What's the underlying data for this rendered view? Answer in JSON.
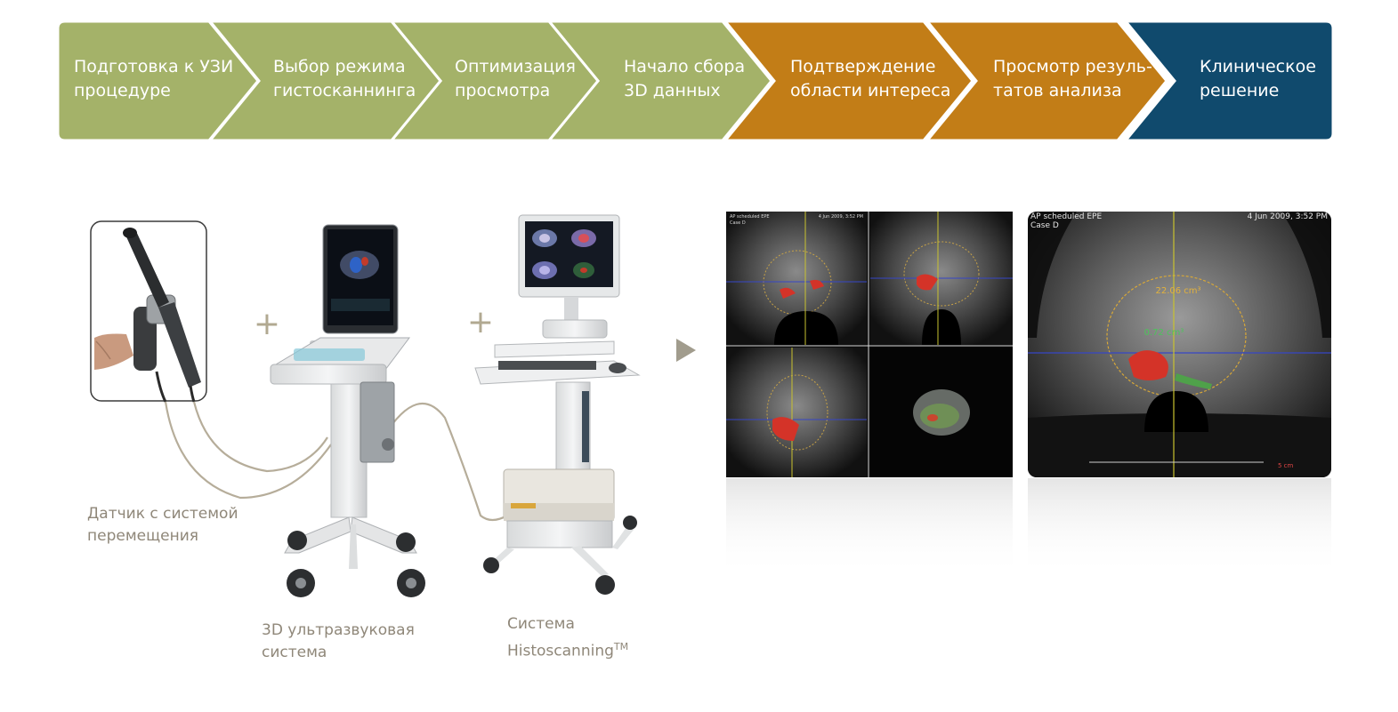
{
  "workflow": {
    "steps": [
      {
        "line1": "Подготовка к УЗИ",
        "line2": "процедуре",
        "color": "#a4b269"
      },
      {
        "line1": "Выбор режима",
        "line2": "гистосканнинга",
        "color": "#a4b269"
      },
      {
        "line1": "Оптимизация",
        "line2": "просмотра",
        "color": "#a4b269"
      },
      {
        "line1": "Начало сбора",
        "line2": "3D данных",
        "color": "#a4b269"
      },
      {
        "line1": "Подтверждение",
        "line2": "области интереса",
        "color": "#c27d17"
      },
      {
        "line1": "Просмотр резуль-",
        "line2": "татов анализа",
        "color": "#c27d17"
      },
      {
        "line1": "Клиническое",
        "line2": "решение",
        "color": "#104a6d"
      }
    ]
  },
  "captions": {
    "probe": {
      "line1": "Датчик с системой",
      "line2": "перемещения"
    },
    "ultrasound": {
      "line1": "3D ультразвуковая",
      "line2": "система"
    },
    "histo": {
      "line1": "Система",
      "line2": "Histoscanning",
      "tm": "TM"
    }
  },
  "symbols": {
    "plus": "+",
    "arrow": "arrow-right-icon"
  },
  "scans": {
    "quad_header_left": "AP scheduled EPE",
    "quad_header_case": "Case D",
    "quad_header_date": "4 Jun 2009, 3:52 PM",
    "big_header": "AP scheduled EPE",
    "big_case": "Case D",
    "big_date": "4 Jun 2009, 3:52 PM",
    "volume_main": "22.06 cm³",
    "volume_lesion": "0.72 cm³",
    "scale_label": "5 cm"
  }
}
